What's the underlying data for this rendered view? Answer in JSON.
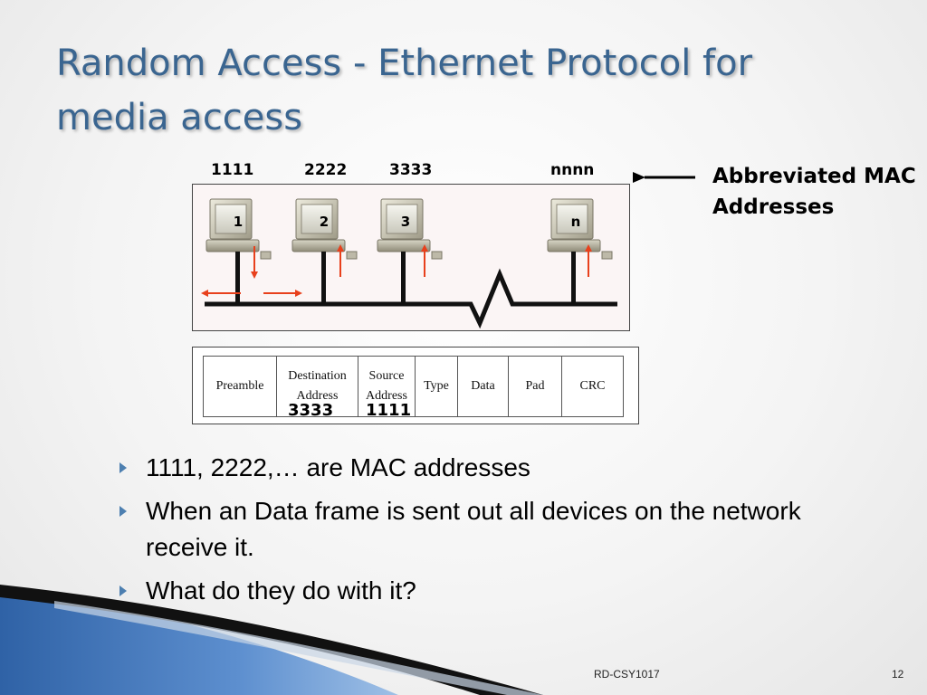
{
  "slide": {
    "title": "Random Access - Ethernet Protocol for media access",
    "footer_left": "RD-CSY1017",
    "page_number": "12"
  },
  "diagram": {
    "mac_labels": [
      "1111",
      "2222",
      "3333",
      "nnnn"
    ],
    "computer_labels": [
      "1",
      "2",
      "3",
      "n"
    ],
    "annotation": "Abbreviated MAC Addresses"
  },
  "frame": {
    "fields": [
      {
        "line1": "Preamble",
        "line2": ""
      },
      {
        "line1": "Destination",
        "line2": "Address"
      },
      {
        "line1": "Source",
        "line2": "Address"
      },
      {
        "line1": "Type",
        "line2": ""
      },
      {
        "line1": "Data",
        "line2": ""
      },
      {
        "line1": "Pad",
        "line2": ""
      },
      {
        "line1": "CRC",
        "line2": ""
      }
    ],
    "destination_value": "3333",
    "source_value": "1111"
  },
  "bullets": [
    " 1111, 2222,… are MAC addresses",
    "When an Data frame is sent out all devices on the network receive it.",
    "What do they do with it?"
  ],
  "colors": {
    "title": "#3a6590",
    "arrow_red": "#e8401c",
    "bullet": "#4d7fb0"
  }
}
